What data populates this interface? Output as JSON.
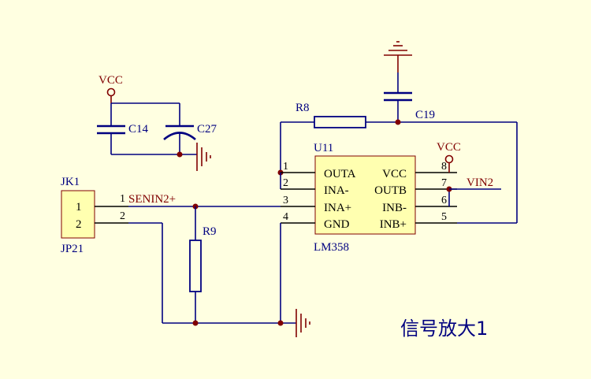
{
  "title": "信号放大1",
  "colors": {
    "background": "#FFFFE1",
    "wire": "#000080",
    "pin": "#000000",
    "power": "#800000",
    "body": "#FFFFB0"
  },
  "power_ports": {
    "vcc_left": "VCC",
    "vcc_right": "VCC"
  },
  "nets": {
    "senin": "SENIN2+",
    "vin": "VIN2"
  },
  "connector": {
    "designator": "JK1",
    "comment": "JP21",
    "pins": [
      {
        "num": "1",
        "inner": "1"
      },
      {
        "num": "2",
        "inner": "2"
      }
    ]
  },
  "capacitors": {
    "c14": "C14",
    "c27": "C27",
    "c19": "C19"
  },
  "resistors": {
    "r8": "R8",
    "r9": "R9"
  },
  "chip": {
    "designator": "U11",
    "part": "LM358",
    "left_pins": [
      {
        "num": "1",
        "name": "OUTA"
      },
      {
        "num": "2",
        "name": "INA-"
      },
      {
        "num": "3",
        "name": "INA+"
      },
      {
        "num": "4",
        "name": "GND"
      }
    ],
    "right_pins": [
      {
        "num": "8",
        "name": "VCC"
      },
      {
        "num": "7",
        "name": "OUTB"
      },
      {
        "num": "6",
        "name": "INB-"
      },
      {
        "num": "5",
        "name": "INB+"
      }
    ]
  }
}
